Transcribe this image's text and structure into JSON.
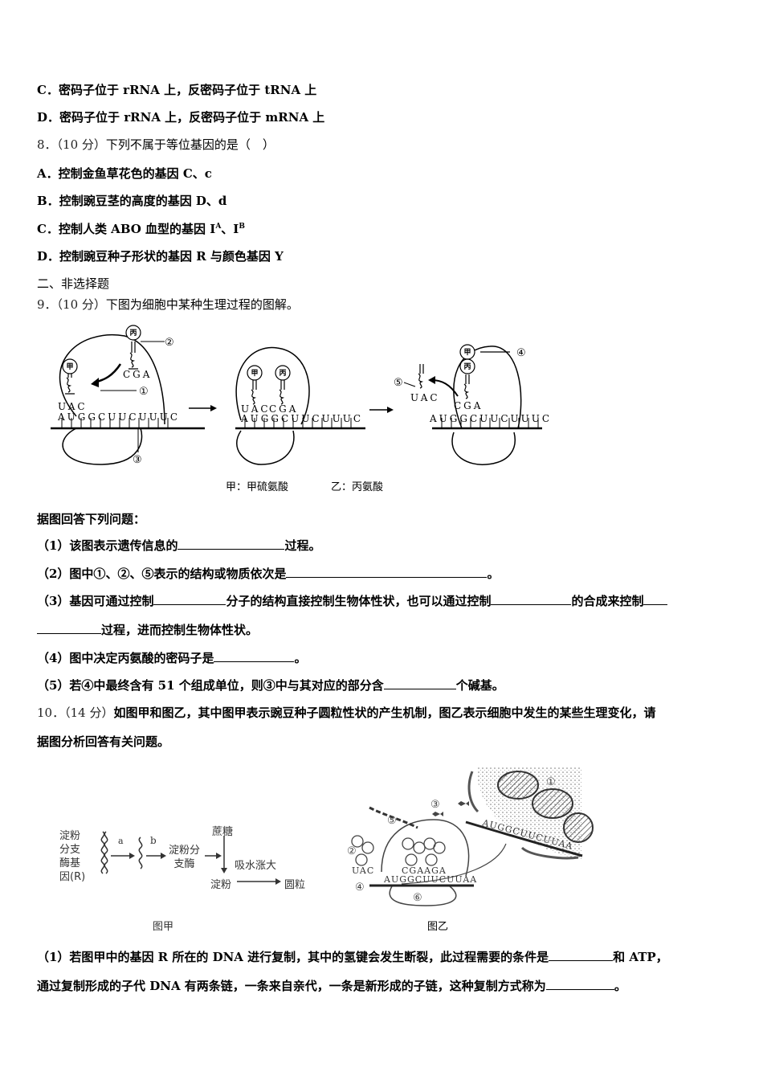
{
  "q7_options": [
    {
      "letter": "C．",
      "text": "密码子位于 rRNA 上，反密码子位于 tRNA 上"
    },
    {
      "letter": "D．",
      "text": "密码子位于 rRNA 上，反密码子位于 mRNA 上"
    }
  ],
  "q8": {
    "number": "8．",
    "score": "（10 分）",
    "stem": "下列不属于等位基因的是（　）",
    "options": [
      {
        "letter": "A．",
        "text": "控制金鱼草花色的基因 C、c"
      },
      {
        "letter": "B．",
        "text": "控制豌豆茎的高度的基因 D、d"
      },
      {
        "letter": "C．",
        "text_before": "控制人类 ABO 血型的基因 I",
        "sup1": "A",
        "mid": "、I",
        "sup2": "B"
      },
      {
        "letter": "D．",
        "text": "控制豌豆种子形状的基因 R 与颜色基因 Y"
      }
    ]
  },
  "section2_title": "二、非选择题",
  "q9": {
    "number": "9．",
    "score": "（10 分）",
    "stem": "下图为细胞中某种生理过程的图解。",
    "figure": {
      "stage1": {
        "anticodon_top": "CGA",
        "anticodon_left": "UAC",
        "mrna": "AUGGCUUCUUUC",
        "labels": [
          "①",
          "②",
          "③"
        ],
        "amino_left": "甲",
        "amino_top": "丙"
      },
      "stage2": {
        "anticodons": [
          "UAC",
          "CGA"
        ],
        "mrna": "AUGGCUUCUUUC",
        "amino": [
          "甲",
          "丙"
        ]
      },
      "stage3": {
        "released_anticodon": "UAC",
        "anticodon": "CGA",
        "mrna": "AUGGCUUCUUUC",
        "labels": [
          "④",
          "⑤"
        ],
        "amino": [
          "甲",
          "丙"
        ]
      },
      "legend_jia": "甲：甲硫氨酸",
      "legend_yi": "乙：丙氨酸"
    },
    "lead": "据图回答下列问题：",
    "subs": [
      {
        "a": "（1）该图表示遗传信息的",
        "b": "过程。"
      },
      {
        "a": "（2）图中①、②、⑤表示的结构或物质依次是",
        "b": "。"
      },
      {
        "a": "（3）基因可通过控制",
        "b": "分子的结构直接控制生物体性状，也可以通过控制",
        "c": "的合成来控制",
        "d": "过程，进而控制生物体性状。"
      },
      {
        "a": "（4）图中决定丙氨酸的密码子是",
        "b": "。"
      },
      {
        "a": "（5）若④中最终含有 51 个组成单位，则③中与其对应的部分含",
        "b": "个碱基。"
      }
    ]
  },
  "q10": {
    "number": "10．",
    "score": "（14 分）",
    "stem_line1": "如图甲和图乙，其中图甲表示豌豆种子圆粒性状的产生机制，图乙表示细胞中发生的某些生理变化，请",
    "stem_line2": "据图分析回答有关问题。",
    "fig_jia": {
      "gene_label": [
        "淀粉",
        "分支",
        "酶基",
        "因(R)"
      ],
      "a": "a",
      "b": "b",
      "enzyme": [
        "淀粉分",
        "支酶"
      ],
      "sucrose": "蔗糖",
      "swell": "吸水涨大",
      "starch": "淀粉",
      "round": "圆粒",
      "caption": "图甲"
    },
    "fig_yi": {
      "mrna_right": "AUGGCUUCUUAA",
      "mrna_bottom": "AUGGCUUCUUAA",
      "anticodon_left": "UAC",
      "anticodons": "CGAAGA",
      "labels": [
        "①",
        "②",
        "③",
        "④",
        "⑤",
        "⑥"
      ],
      "caption": "图乙"
    },
    "sub1": {
      "a": "（1）若图甲中的基因 R 所在的 DNA 进行复制，其中的氢键会发生断裂，此过程需要的条件是",
      "b": "和 ATP，",
      "c": "通过复制形成的子代 DNA 有两条链，一条来自亲代，一条是新形成的子链，这种复制方式称为",
      "d": "。"
    }
  }
}
